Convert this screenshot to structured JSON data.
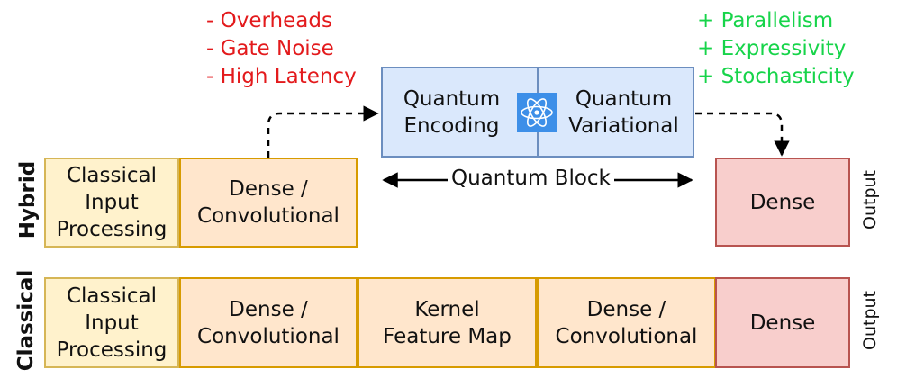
{
  "cons": "- Overheads\n- Gate Noise\n- High Latency",
  "pros": "+ Parallelism\n+ Expressivity\n+ Stochasticity",
  "hybrid": {
    "label": "Hybrid",
    "input": "Classical\nInput\nProcessing",
    "dense_conv": "Dense /\nConvolutional",
    "q_encoding": "Quantum\nEncoding",
    "q_variational": "Quantum\nVariational",
    "block_label": "Quantum Block",
    "dense": "Dense",
    "output": "Output"
  },
  "classical": {
    "label": "Classical",
    "input": "Classical\nInput\nProcessing",
    "dense_conv_1": "Dense /\nConvolutional",
    "kernel": "Kernel\nFeature Map",
    "dense_conv_2": "Dense /\nConvolutional",
    "dense": "Dense",
    "output": "Output"
  },
  "colors": {
    "cons": "#e31a1c",
    "pros": "#17d44a",
    "input_fill": "#fff2cc",
    "layer_fill": "#ffe6cc",
    "dense_fill": "#f8cecc",
    "quantum_fill": "#dae8fc",
    "atom_icon": "#3d8fe8"
  },
  "icons": {
    "quantum": "atom-icon"
  }
}
